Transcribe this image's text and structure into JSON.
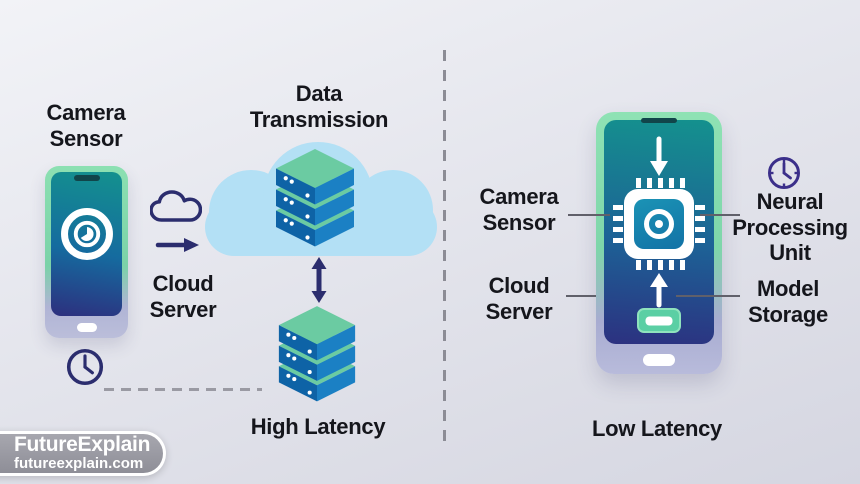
{
  "left": {
    "camera_sensor": "Camera\nSensor",
    "data_transmission": "Data\nTransmission",
    "cloud_server": "Cloud\nServer",
    "high_latency": "High Latency"
  },
  "right": {
    "camera_sensor": "Camera\nSensor",
    "neural_processing_unit": "Neural\nProcessing\nUnit",
    "cloud_server": "Cloud\nServer",
    "model_storage": "Model\nStorage",
    "low_latency": "Low Latency"
  },
  "branding": {
    "name": "FutureExplain",
    "domain": "futureexplain.com"
  },
  "icons": {
    "left_phone_lens": "camera-lens-icon",
    "cloud_outline": "cloud-icon",
    "arrow_right": "arrow-right-icon",
    "cloud_servers": "cloud-server-stack-icon",
    "double_arrow": "double-headed-arrow-icon",
    "lower_server_stack": "server-stack-icon",
    "clock_left": "clock-icon",
    "clock_right": "clock-icon",
    "npu_chip": "npu-chip-icon",
    "arrow_down": "arrow-down-icon",
    "arrow_up": "arrow-up-icon",
    "model_storage_block": "model-storage-icon"
  },
  "colors": {
    "text": "#15161c",
    "navy": "#2b2d6e",
    "purple": "#3b2f8a",
    "cloud_fill": "#b3e0f5",
    "server_top": "#6bcba2",
    "server_left": "#0e63a6",
    "server_right": "#1b80c4",
    "screen_teal": "#14918e",
    "screen_indigo": "#2d2f7e",
    "storage_mint": "#5bcfa4",
    "divider_gray": "#8c8c95",
    "connector_gray": "#60606a",
    "brand_gray": "#96969e"
  }
}
